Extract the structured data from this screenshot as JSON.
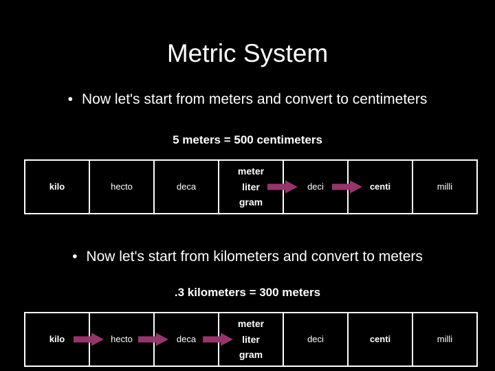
{
  "slide": {
    "title": "Metric System",
    "background_color": "#000000",
    "text_color": "#ffffff",
    "arrow_color": "#93376A"
  },
  "sections": [
    {
      "bullet_mark": "•",
      "bullet_text": "Now let's start from meters and convert to centimeters",
      "equation": "5 meters = 500 centimeters",
      "cells": [
        {
          "label": "kilo",
          "bold": true,
          "arrow_after": false
        },
        {
          "label": "hecto",
          "bold": false,
          "arrow_after": false
        },
        {
          "label": "deca",
          "bold": false,
          "arrow_after": false
        },
        {
          "label": "meter\nliter\ngram",
          "unit_lines": [
            "meter",
            "liter",
            "gram"
          ],
          "bold": true,
          "arrow_after": true
        },
        {
          "label": "deci",
          "bold": false,
          "arrow_after": true
        },
        {
          "label": "centi",
          "bold": true,
          "arrow_after": false
        },
        {
          "label": "milli",
          "bold": false,
          "arrow_after": false
        }
      ]
    },
    {
      "bullet_mark": "•",
      "bullet_text": "Now let's start from kilometers and convert to meters",
      "equation": ".3 kilometers = 300 meters",
      "cells": [
        {
          "label": "kilo",
          "bold": true,
          "arrow_after": true
        },
        {
          "label": "hecto",
          "bold": false,
          "arrow_after": true
        },
        {
          "label": "deca",
          "bold": false,
          "arrow_after": true
        },
        {
          "label": "meter\nliter\ngram",
          "unit_lines": [
            "meter",
            "liter",
            "gram"
          ],
          "bold": true,
          "arrow_after": false
        },
        {
          "label": "deci",
          "bold": false,
          "arrow_after": false
        },
        {
          "label": "centi",
          "bold": true,
          "arrow_after": false
        },
        {
          "label": "milli",
          "bold": false,
          "arrow_after": false
        }
      ]
    }
  ]
}
